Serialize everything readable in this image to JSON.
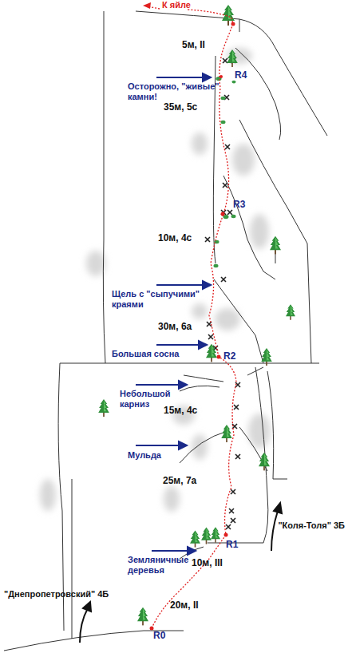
{
  "diagram": {
    "labels": [
      "К яйле",
      "5м, II",
      "R4",
      "Осторожно, \"живые\" камни!",
      "35м, 5с",
      "R3",
      "10м, 4с",
      "Щель с \"сыпучими\" краями",
      "30м, 6а",
      "Большая сосна",
      "R2",
      "Небольшой карниз",
      "15м, 4с",
      "Мульда",
      "25м, 7а",
      "Земляничные деревья",
      "R1",
      "10м, III",
      "\"Коля-Толя\" 3Б",
      "\"Днепропетровский\" 4Б",
      "R0",
      "20м, II"
    ]
  }
}
